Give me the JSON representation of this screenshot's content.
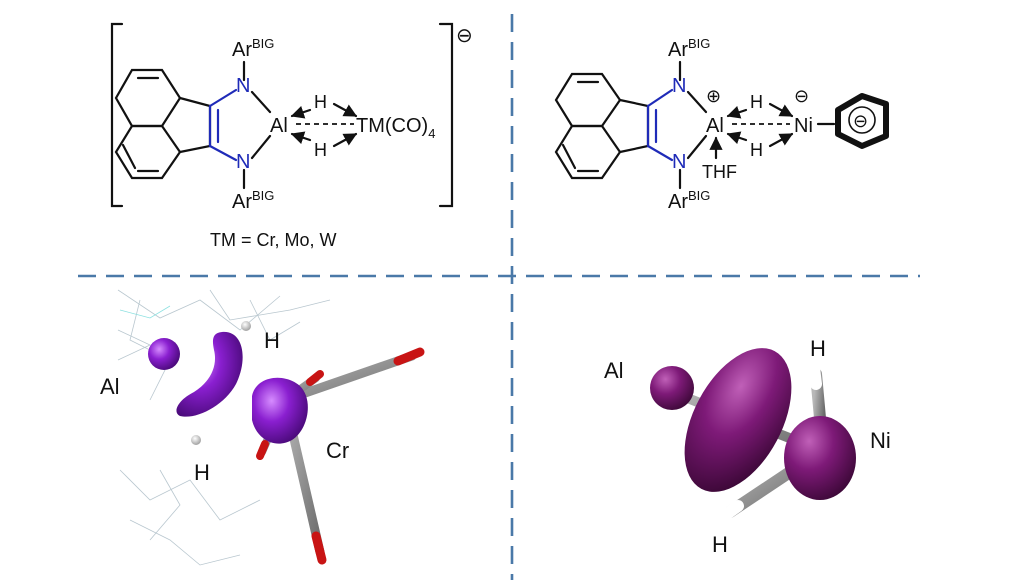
{
  "colors": {
    "divider": "#4a79a8",
    "nitrogen": "#1f2bb8",
    "orbital_purple": "#8a1fd0",
    "orbital_magenta": "#7e1a78",
    "oxygen": "#c81414",
    "metal_stick": "#8c8c8c"
  },
  "top_left": {
    "ar_top": "Ar",
    "ar_top_sup": "BIG",
    "ar_bottom": "Ar",
    "ar_bottom_sup": "BIG",
    "n_top": "N",
    "n_bottom": "N",
    "al": "Al",
    "h_top": "H",
    "h_bottom": "H",
    "tm": "TM(CO)",
    "tm_sub": "4",
    "charge": "⊖",
    "caption": "TM = Cr, Mo, W"
  },
  "top_right": {
    "ar_top": "Ar",
    "ar_top_sup": "BIG",
    "ar_bottom": "Ar",
    "ar_bottom_sup": "BIG",
    "n_top": "N",
    "n_bottom": "N",
    "al": "Al",
    "al_charge": "⊕",
    "h_top": "H",
    "h_bottom": "H",
    "thf": "THF",
    "ni": "Ni",
    "ni_charge": "⊖",
    "cp_charge": "⊖"
  },
  "bottom_left": {
    "al": "Al",
    "h_top": "H",
    "h_bottom": "H",
    "cr": "Cr"
  },
  "bottom_right": {
    "al": "Al",
    "h_top": "H",
    "ni": "Ni",
    "h_bottom": "H"
  }
}
